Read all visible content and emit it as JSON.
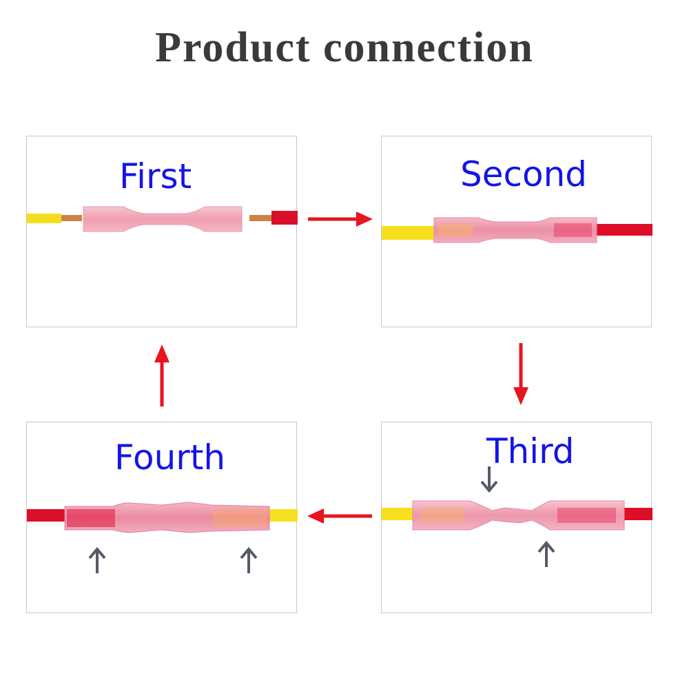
{
  "title": "Product connection",
  "steps": {
    "first": {
      "label": "First"
    },
    "second": {
      "label": "Second"
    },
    "third": {
      "label": "Third"
    },
    "fourth": {
      "label": "Fourth"
    }
  },
  "colors": {
    "title": "#3a3a3a",
    "label": "#1414e6",
    "flow_arrow": "#e8141e",
    "mark_arrow": "#555a66",
    "wire_yellow": "#f7e21c",
    "wire_red": "#e0102a",
    "sleeve": "#f0a8b8",
    "copper": "#c9844a"
  },
  "icons": {
    "flow": "red-arrow",
    "mark": "gray-arrow"
  }
}
